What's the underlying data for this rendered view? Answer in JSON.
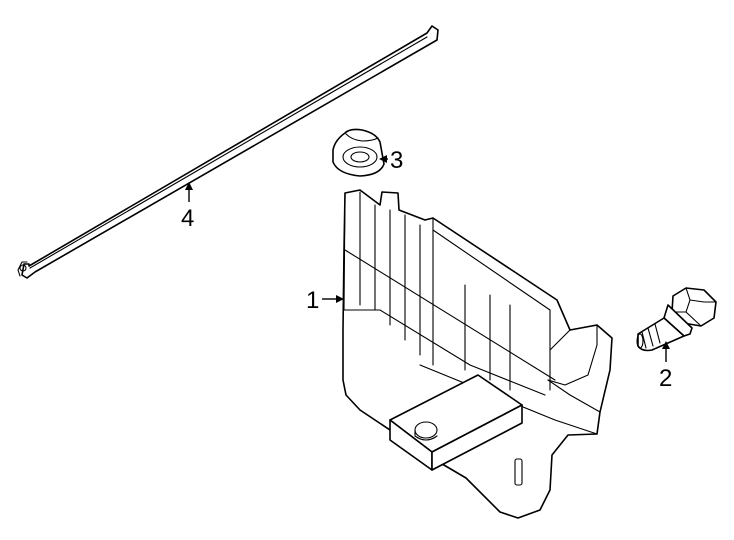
{
  "diagram": {
    "line_color": "#000000",
    "background": "#ffffff",
    "parts": [
      {
        "id": "1",
        "name": "panel",
        "callout": "1"
      },
      {
        "id": "2",
        "name": "bolt",
        "callout": "2"
      },
      {
        "id": "3",
        "name": "nut",
        "callout": "3"
      },
      {
        "id": "4",
        "name": "rod",
        "callout": "4"
      }
    ]
  }
}
